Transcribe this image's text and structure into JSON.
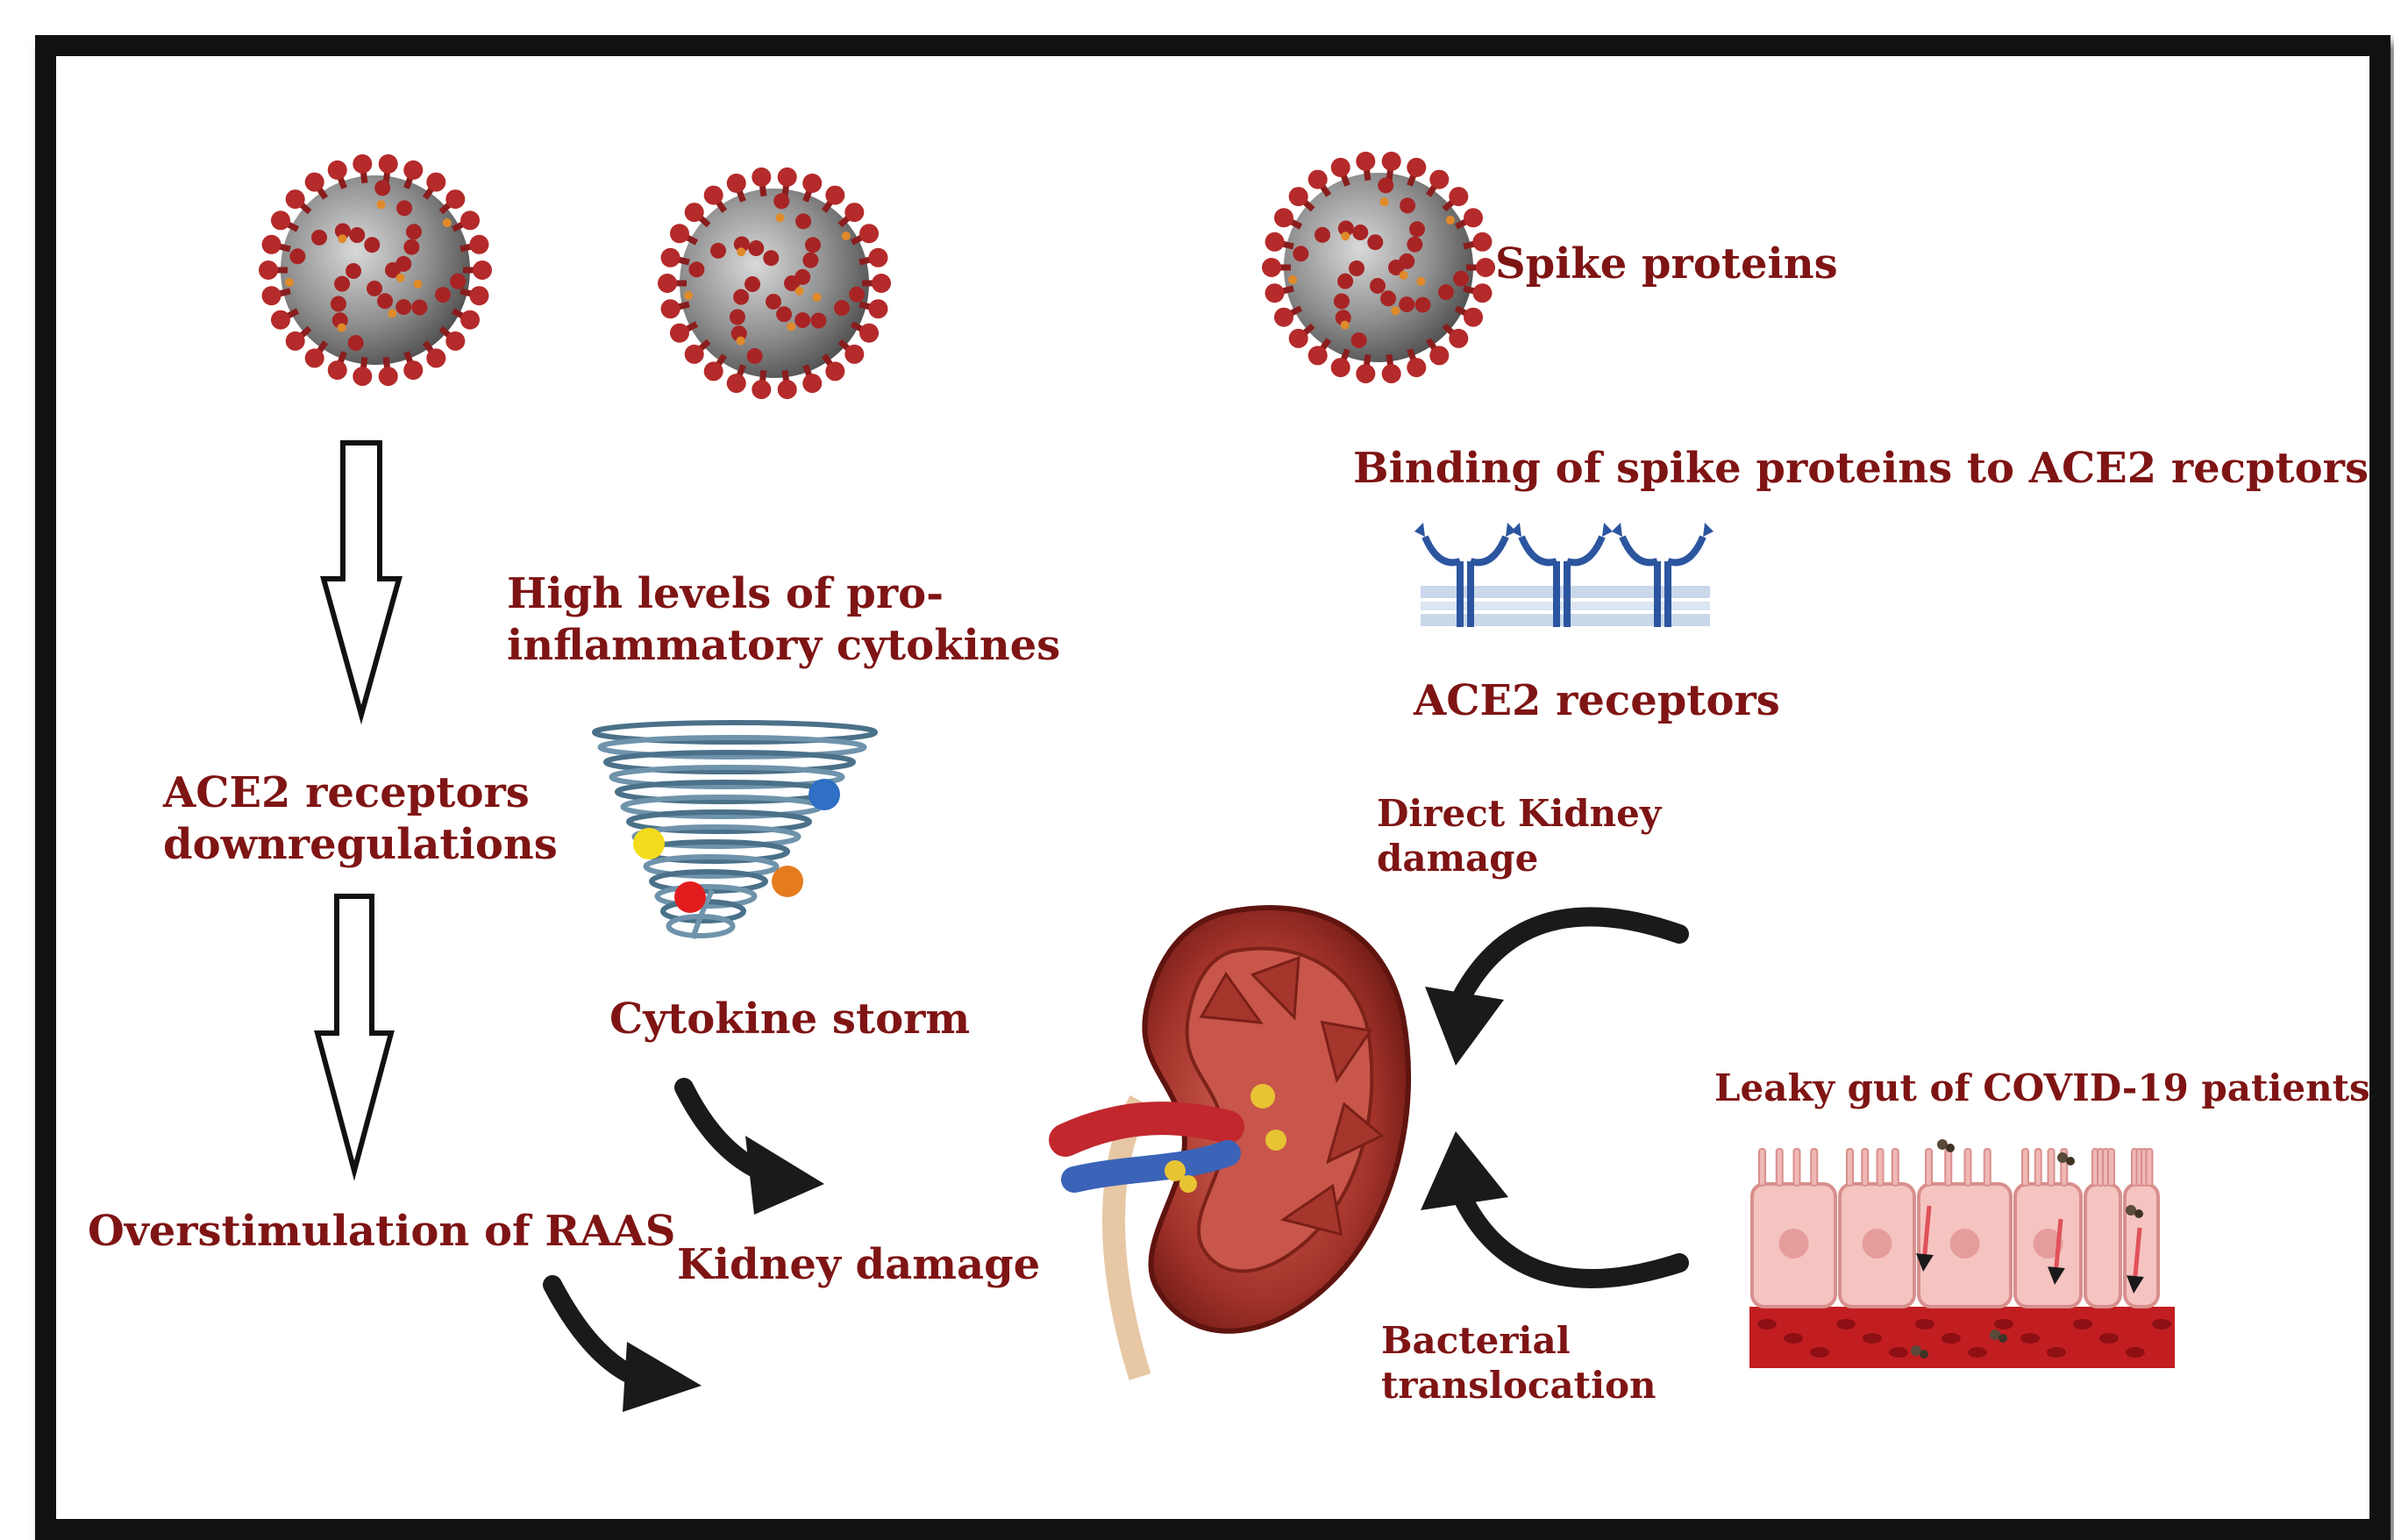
{
  "labels": {
    "spike_proteins": "Spike proteins",
    "binding": "Binding of spike proteins to ACE2 recptors",
    "ace2_receptors": "ACE2 receptors",
    "high_levels_line1": "High levels of pro-",
    "high_levels_line2": "inflammatory cytokines",
    "ace2_down_line1": "ACE2 receptors",
    "ace2_down_line2": "downregulations",
    "cytokine_storm": "Cytokine storm",
    "overstimulation": "Overstimulation of RAAS",
    "kidney_damage": "Kidney damage",
    "direct_line1": "Direct Kidney",
    "direct_line2": "damage",
    "leaky_gut": "Leaky gut of COVID-19 patients",
    "bacterial_line1": "Bacterial",
    "bacterial_line2": "translocation"
  },
  "icons": [
    "coronavirus-icon",
    "ace2-receptor-icon",
    "tornado-icon",
    "kidney-icon",
    "intestinal-epithelium-icon"
  ],
  "colors": {
    "text": "#7f1414",
    "frame": "#111111",
    "virus": "#a8282a",
    "kidney": "#9b2a22"
  }
}
